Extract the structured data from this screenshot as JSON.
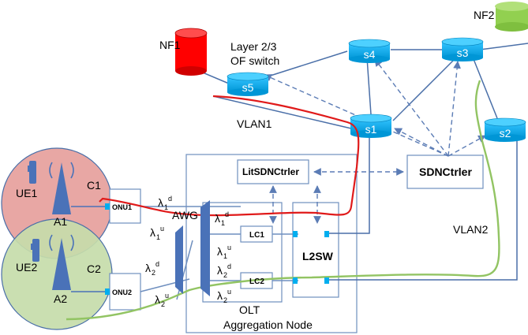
{
  "nodes": {
    "nf1": "NF1",
    "nf2": "NF2",
    "switch_caption_1": "Layer 2/3",
    "switch_caption_2": "OF switch",
    "s1": "s1",
    "s2": "s2",
    "s3": "s3",
    "s4": "s4",
    "s5": "s5",
    "vlan1": "VLAN1",
    "vlan2": "VLAN2",
    "sdnctrler": "SDNCtrler",
    "litsdnctrler": "LitSDNCtrler",
    "l2sw": "L2SW",
    "lc1": "LC1",
    "lc2": "LC2",
    "olt": "OLT",
    "aggregation_node": "Aggregation Node",
    "awg": "AWG",
    "onu1": "ONU1",
    "onu2": "ONU2",
    "ue1": "UE1",
    "ue2": "UE2",
    "a1": "A1",
    "a2": "A2",
    "c1": "C1",
    "c2": "C2",
    "lambda": "λ",
    "sub_1": "1",
    "sub_2": "2",
    "sup_d": "d",
    "sup_u": "u"
  },
  "colors": {
    "switch_fill": "#00aeef",
    "nf1_fill": "#ff0000",
    "nf2_fill": "#92d050",
    "cell1_fill": "#e8a7a4",
    "cell2_fill": "#c5dcaa",
    "link": "#4a6fa8",
    "red_path": "#e01a1a",
    "green_path": "#92c463",
    "awg_fill": "#4a72b8"
  }
}
